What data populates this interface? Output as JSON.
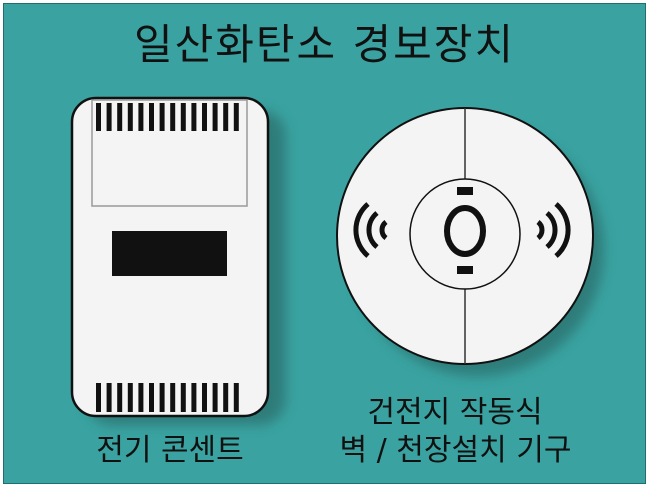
{
  "title": "일산화탄소 경보장치",
  "plugin_detector": {
    "caption": "전기 콘센트"
  },
  "battery_detector": {
    "caption_line1": "건전지 작동식",
    "caption_line2": "벽 / 천장설치 기구"
  },
  "colors": {
    "background": "#3aa3a1",
    "device_body": "#f4f4f4",
    "outline": "#111111",
    "shadow": "#2a6f6d"
  }
}
